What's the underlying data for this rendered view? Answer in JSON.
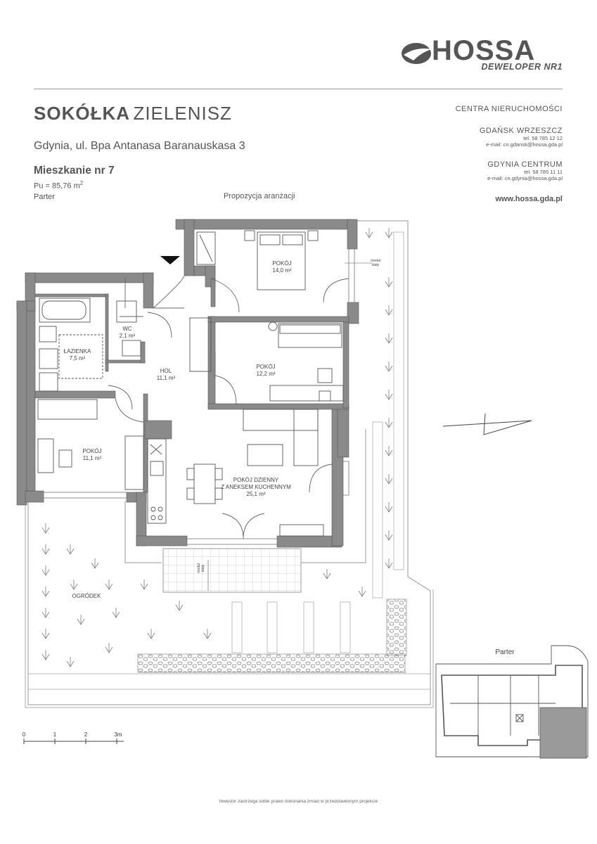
{
  "brand": {
    "name": "HOSSA",
    "tagline": "DEWELOPER NR1"
  },
  "project": {
    "name_bold": "SOKÓŁKA",
    "name_light": "ZIELENISZ",
    "address": "Gdynia, ul. Bpa Antanasa Baranauskasa 3"
  },
  "apartment": {
    "title": "Mieszkanie nr 7",
    "area_label": "Pu = 85,76 m",
    "area_sup": "2",
    "floor": "Parter",
    "arrangement_note": "Propozycja aranżacji"
  },
  "contact": {
    "heading": "CENTRA NIERUCHOMOŚCI",
    "offices": [
      {
        "name": "GDAŃSK WRZESZCZ",
        "phone": "tel. 58 785 12 12",
        "email": "e-mail: cn.gdansk@hossa.gda.pl"
      },
      {
        "name": "GDYNIA CENTRUM",
        "phone": "tel. 58 785 11 11",
        "email": "e-mail: cn.gdynia@hossa.gda.pl"
      }
    ],
    "website": "www.hossa.gda.pl"
  },
  "rooms": [
    {
      "name": "POKÓJ",
      "area": "14,0 m²"
    },
    {
      "name": "WC",
      "area": "2,1 m²"
    },
    {
      "name": "ŁAZIENKA",
      "area": "7,5 m²"
    },
    {
      "name": "HOL",
      "area": "11,1 m²"
    },
    {
      "name": "POKÓJ",
      "area": "12,2 m²"
    },
    {
      "name": "POKÓJ",
      "area": "11,1 m²"
    },
    {
      "name": "POKÓJ DZIENNY",
      "name2": "Z ANEKSEM KUCHENNYM",
      "area": "25,1 m²"
    },
    {
      "name": "OGRÓDEK"
    }
  ],
  "module_label": {
    "line1": "moduł",
    "line2": "stały"
  },
  "scale": {
    "ticks": [
      "0",
      "1",
      "2",
      "3m"
    ]
  },
  "keyplan": {
    "title": "Parter"
  },
  "footer": {
    "disclaimer": "Inwestor zastrzega sobie prawo dokonania zmian w przedstawionym projekcie"
  }
}
